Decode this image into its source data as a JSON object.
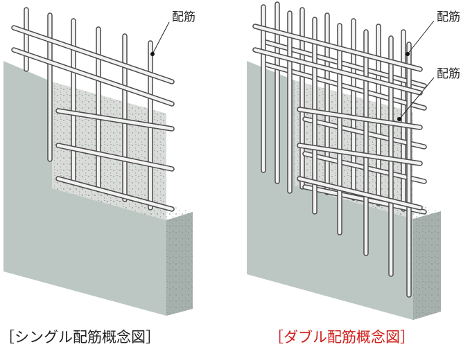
{
  "single": {
    "caption": "［シングル配筋概念図］",
    "caption_color": "#222222",
    "rebar_label": "配筋"
  },
  "double": {
    "caption": "［ダブル配筋概念図］",
    "caption_color": "#d0211c",
    "rebar_label_front": "配筋",
    "rebar_label_back": "配筋"
  },
  "colors": {
    "concrete_front": "#bcc7c3",
    "concrete_top": "#d9dcd8",
    "concrete_side": "#a6b1ad",
    "rebar_fill": "#f2f2f2",
    "rebar_stroke": "#4a4a4a"
  }
}
